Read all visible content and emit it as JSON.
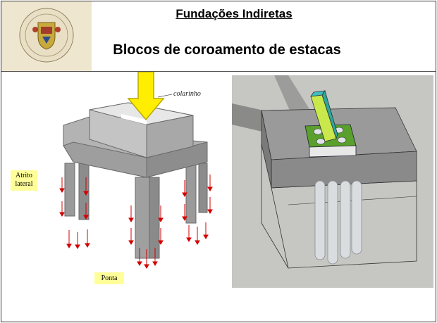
{
  "slide": {
    "title": "Fundações Indiretas",
    "subtitle": "Blocos de coroamento de estacas"
  },
  "left_figure": {
    "annotation": "colarinho",
    "label_lateral_friction": "Atrito\nlateral",
    "label_tip": "Ponta"
  },
  "colors": {
    "logo_bg": "#efe6cf",
    "label_bg": "#ffff99",
    "arrow_yellow": "#ffee00",
    "force_arrow_red": "#d40000",
    "concrete": "#a8a8a8",
    "render_bg": "#c6c6c2",
    "plate_green": "#5aa02c",
    "column_cyan": "#3dbfbf"
  },
  "icons": {
    "logo": "university-seal-icon",
    "load_arrow": "down-arrow-icon"
  }
}
